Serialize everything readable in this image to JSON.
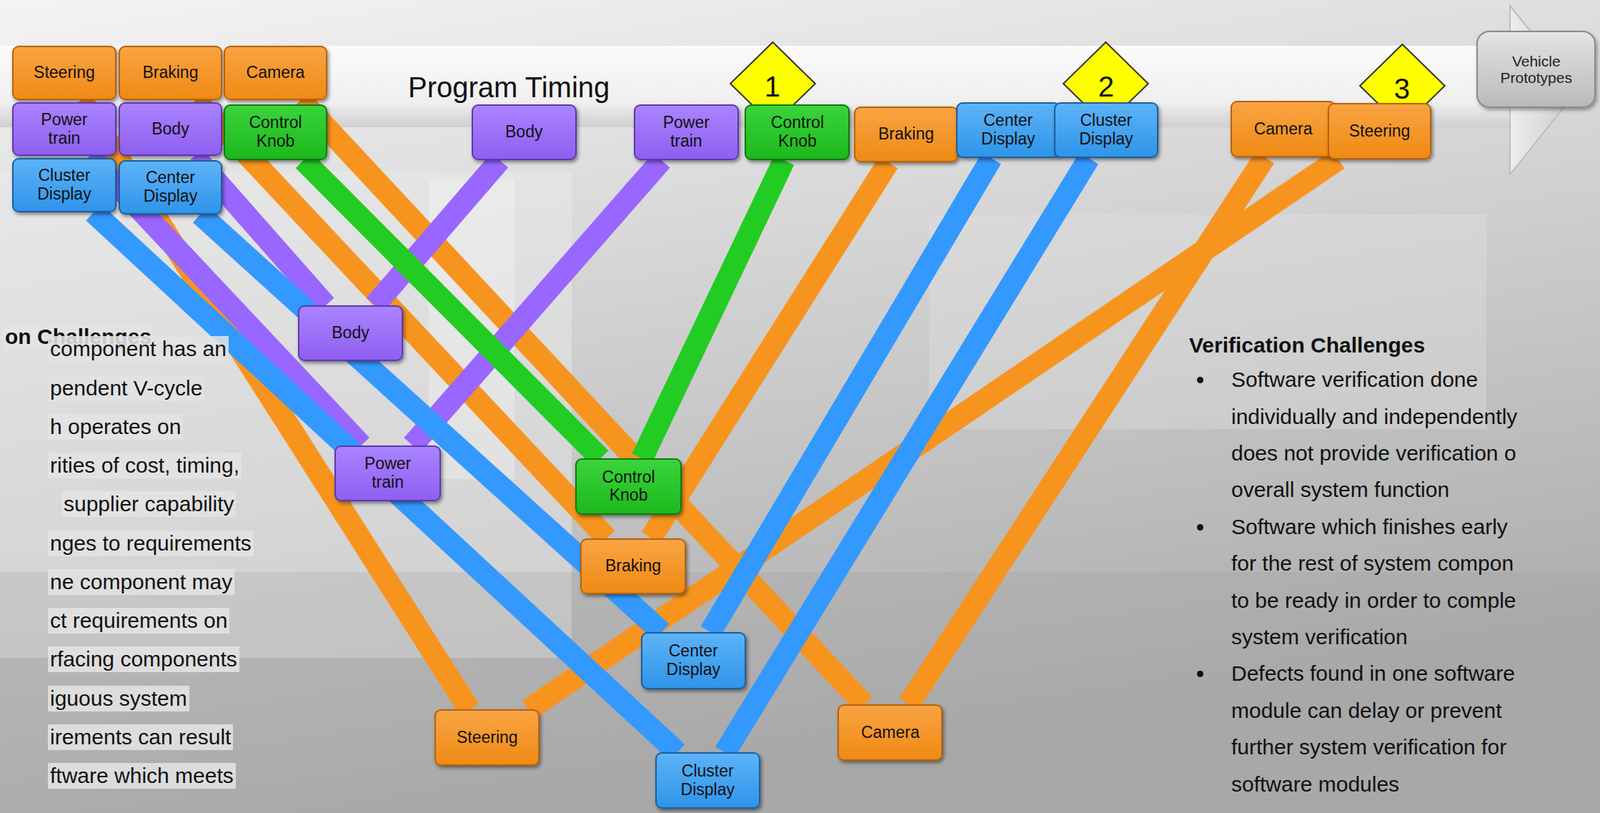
{
  "diagram": {
    "nodes": [
      {
        "text": [
          "Steering"
        ]
      },
      {
        "text": [
          "Braking"
        ]
      },
      {
        "text": [
          "Camera"
        ]
      },
      {
        "text": [
          "Power train"
        ]
      },
      {
        "text": [
          "Body"
        ]
      },
      {
        "text": [
          "Control Knob"
        ]
      },
      {
        "text": [
          "Cluster Display"
        ]
      },
      {
        "text": [
          "Center Display"
        ]
      },
      {
        "text": [
          "1"
        ]
      },
      {
        "text": [
          "2"
        ]
      },
      {
        "text": [
          "3"
        ]
      },
      {
        "text": [
          "Vehicle Prototypes"
        ]
      },
      {
        "text": [
          "Body"
        ]
      },
      {
        "text": [
          "Power train"
        ]
      },
      {
        "text": [
          "Control Knob"
        ]
      },
      {
        "text": [
          "Braking"
        ]
      },
      {
        "text": [
          "Center Display"
        ]
      },
      {
        "text": [
          "Cluster Display"
        ]
      },
      {
        "text": [
          "Camera"
        ]
      },
      {
        "text": [
          "Steering"
        ]
      },
      {
        "text": [
          "Body"
        ]
      },
      {
        "text": [
          "Power train"
        ]
      },
      {
        "text": [
          "Control Knob"
        ]
      },
      {
        "text": [
          "Braking"
        ]
      },
      {
        "text": [
          "Center Display"
        ]
      },
      {
        "text": [
          "Camera"
        ]
      },
      {
        "text": [
          "Steering"
        ]
      },
      {
        "text": [
          "Cluster Display"
        ]
      }
    ],
    "edges": [
      {
        "from": 0,
        "to": 26,
        "arrow": "none"
      },
      {
        "from": 26,
        "to": 19,
        "arrow": "none"
      },
      {
        "from": 1,
        "to": 23,
        "arrow": "none"
      },
      {
        "from": 23,
        "to": 15,
        "arrow": "none"
      },
      {
        "from": 2,
        "to": 25,
        "arrow": "none"
      },
      {
        "from": 25,
        "to": 18,
        "arrow": "none"
      },
      {
        "from": 3,
        "to": 21,
        "arrow": "none"
      },
      {
        "from": 21,
        "to": 13,
        "arrow": "none"
      },
      {
        "from": 4,
        "to": 20,
        "arrow": "none"
      },
      {
        "from": 20,
        "to": 12,
        "arrow": "none"
      },
      {
        "from": 5,
        "to": 22,
        "arrow": "none"
      },
      {
        "from": 22,
        "to": 14,
        "arrow": "none"
      },
      {
        "from": 6,
        "to": 27,
        "arrow": "none"
      },
      {
        "from": 27,
        "to": 17,
        "arrow": "none"
      },
      {
        "from": 7,
        "to": 24,
        "arrow": "none"
      },
      {
        "from": 24,
        "to": 16,
        "arrow": "none"
      }
    ],
    "labels": [
      "Program Timing",
      "on Challenges",
      "component has an",
      "pendent V-cycle",
      "h operates on",
      "rities of cost, timing,",
      "supplier capability",
      "nges to requirements",
      "ne component may",
      "ct requirements on",
      "rfacing components",
      "iguous system",
      "irements can result",
      "ftware which meets",
      "Verification Challenges",
      "Software verification done",
      "individually and independently",
      "does not provide verification o",
      "overall system function",
      "Software which finishes early",
      "for the rest of system compon",
      "to be ready in order to comple",
      "system verification",
      "Defects found in one software",
      "module can delay or prevent",
      "further system verification for",
      "software modules"
    ]
  }
}
